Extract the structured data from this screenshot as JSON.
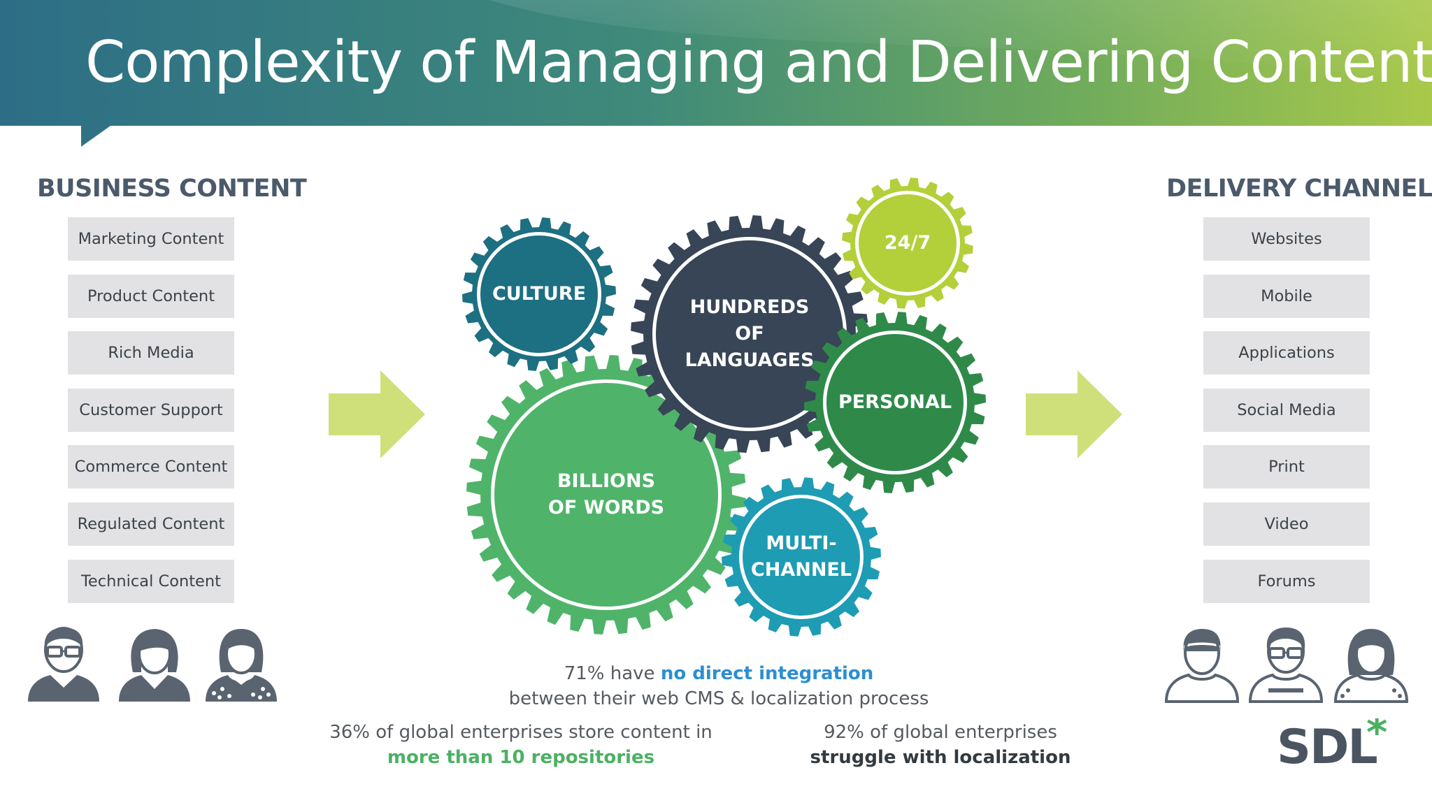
{
  "title": "Complexity of Managing and Delivering Content",
  "colors": {
    "banner_start": "#2d6e86",
    "banner_end": "#a9c94a",
    "arrow": "#cfe07a",
    "culture_gear": "#1d6f82",
    "languages_gear": "#374556",
    "hours_gear": "#b3cf3a",
    "personal_gear": "#2f8a4a",
    "words_gear": "#4fb46a",
    "multichannel_gear": "#1e9cb3",
    "highlight_blue": "#2b8fd1",
    "highlight_green": "#4bb163",
    "persona_icon": "#5a6470"
  },
  "business_content": {
    "heading": "BUSINESS CONTENT",
    "items": [
      "Marketing Content",
      "Product Content",
      "Rich Media",
      "Customer Support",
      "Commerce Content",
      "Regulated  Content",
      "Technical Content"
    ]
  },
  "delivery_channels": {
    "heading": "DELIVERY CHANNELS",
    "items": [
      "Websites",
      "Mobile",
      "Applications",
      "Social Media",
      "Print",
      "Video",
      "Forums"
    ]
  },
  "gears": {
    "culture": "CULTURE",
    "languages": [
      "HUNDREDS",
      "OF",
      "LANGUAGES"
    ],
    "hours": "24/7",
    "personal": "PERSONAL",
    "words": [
      "BILLIONS",
      "OF WORDS"
    ],
    "multichannel": [
      "MULTI-",
      "CHANNEL"
    ]
  },
  "stats": {
    "integration": {
      "prefix": "71% have ",
      "highlight": "no direct integration",
      "line2": "between their web CMS & localization process"
    },
    "repositories": {
      "line1": "36% of global enterprises store content in",
      "highlight": "more than 10 repositories"
    },
    "localization": {
      "line1": "92% of global enterprises",
      "highlight": "struggle with localization"
    }
  },
  "logo": {
    "text": "SDL",
    "mark": "*"
  },
  "icons": {
    "left_personas": [
      "man-with-glasses-icon",
      "woman-icon",
      "woman-dotted-collar-icon"
    ],
    "right_personas": [
      "person-with-cap-icon",
      "man-with-glasses-icon",
      "woman-icon"
    ],
    "arrows": [
      "right-arrow-icon",
      "right-arrow-icon"
    ]
  }
}
